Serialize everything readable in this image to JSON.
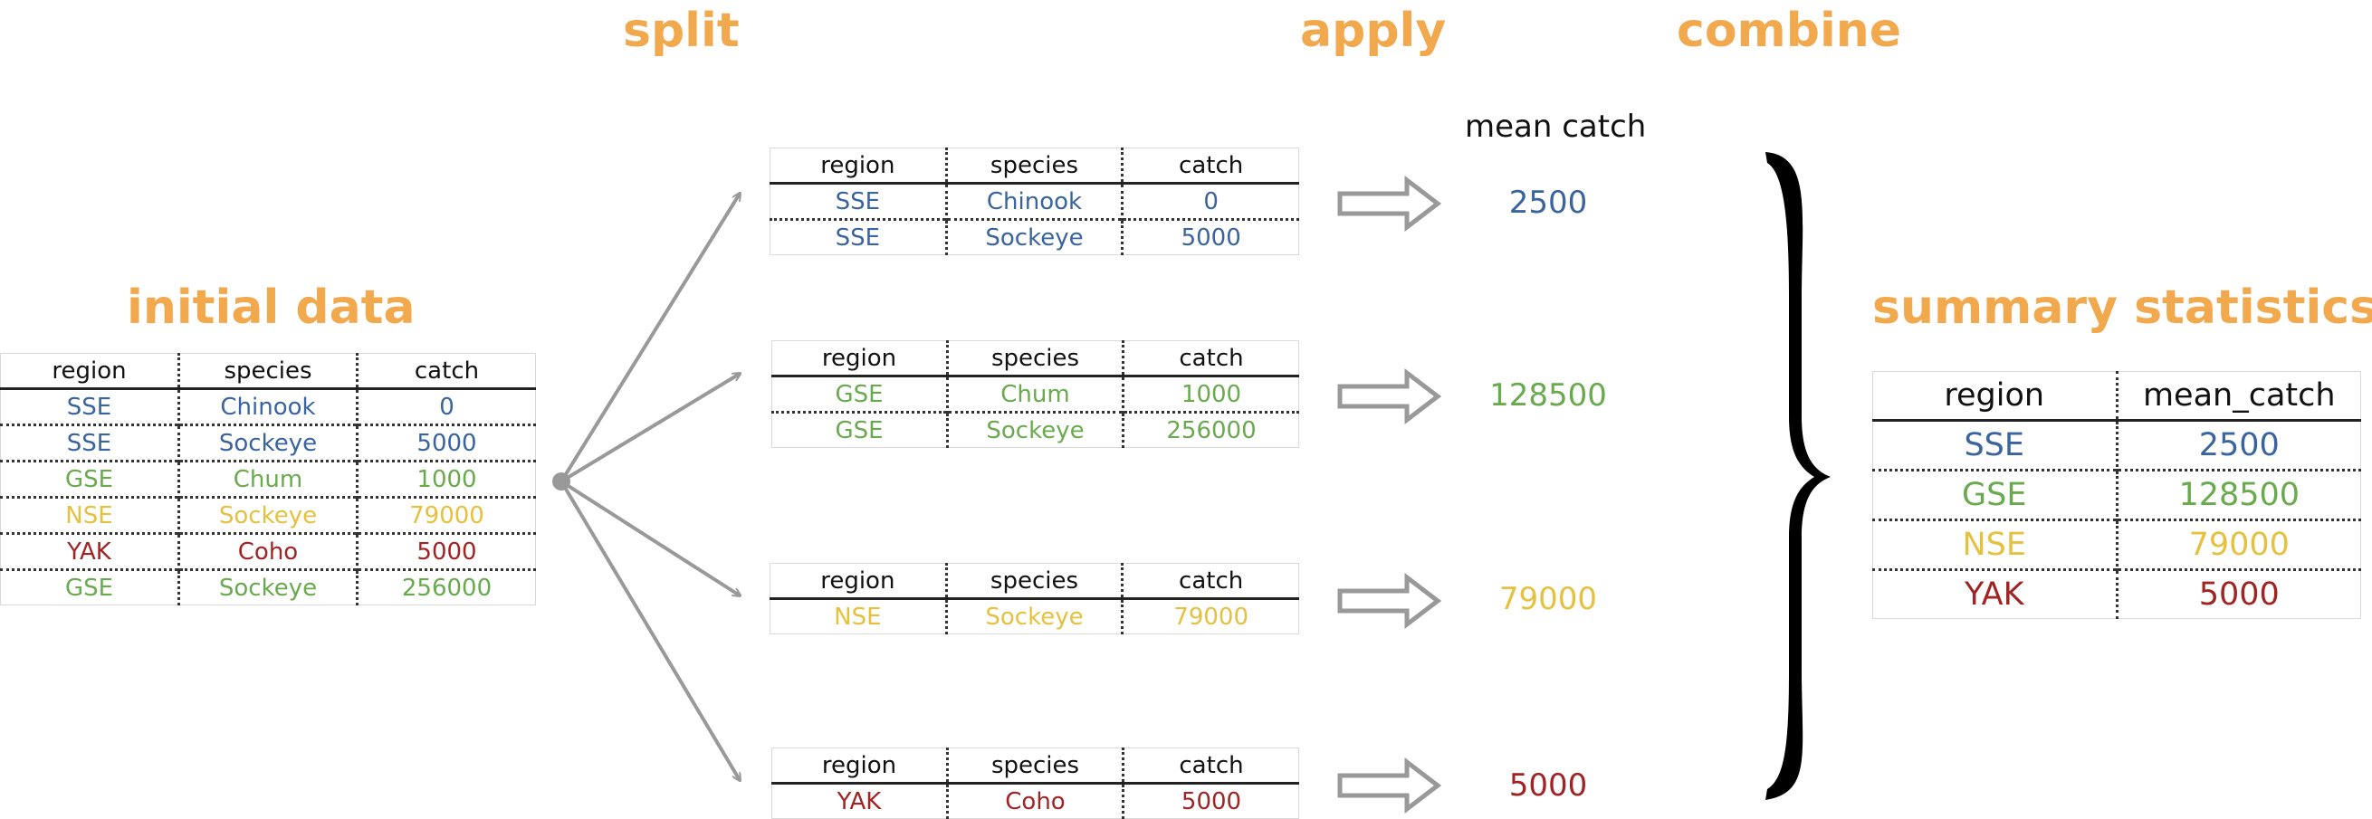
{
  "headings": {
    "initial": "initial data",
    "split": "split",
    "apply": "apply",
    "combine": "combine",
    "summary": "summary statistics"
  },
  "colors": {
    "heading": "#f2a94e",
    "SSE": "#3a64a0",
    "GSE": "#6aaa4f",
    "NSE": "#e6c13f",
    "YAK": "#a02424",
    "arrow": "#999999"
  },
  "columns": [
    "region",
    "species",
    "catch"
  ],
  "initial_rows": [
    [
      "SSE",
      "Chinook",
      "0"
    ],
    [
      "SSE",
      "Sockeye",
      "5000"
    ],
    [
      "GSE",
      "Chum",
      "1000"
    ],
    [
      "NSE",
      "Sockeye",
      "79000"
    ],
    [
      "YAK",
      "Coho",
      "5000"
    ],
    [
      "GSE",
      "Sockeye",
      "256000"
    ]
  ],
  "groups": [
    {
      "region": "SSE",
      "rows": [
        [
          "SSE",
          "Chinook",
          "0"
        ],
        [
          "SSE",
          "Sockeye",
          "5000"
        ]
      ],
      "mean": "2500"
    },
    {
      "region": "GSE",
      "rows": [
        [
          "GSE",
          "Chum",
          "1000"
        ],
        [
          "GSE",
          "Sockeye",
          "256000"
        ]
      ],
      "mean": "128500"
    },
    {
      "region": "NSE",
      "rows": [
        [
          "NSE",
          "Sockeye",
          "79000"
        ]
      ],
      "mean": "79000"
    },
    {
      "region": "YAK",
      "rows": [
        [
          "YAK",
          "Coho",
          "5000"
        ]
      ],
      "mean": "5000"
    }
  ],
  "mean_label": "mean catch",
  "summary": {
    "columns": [
      "region",
      "mean_catch"
    ],
    "rows": [
      [
        "SSE",
        "2500"
      ],
      [
        "GSE",
        "128500"
      ],
      [
        "NSE",
        "79000"
      ],
      [
        "YAK",
        "5000"
      ]
    ]
  }
}
